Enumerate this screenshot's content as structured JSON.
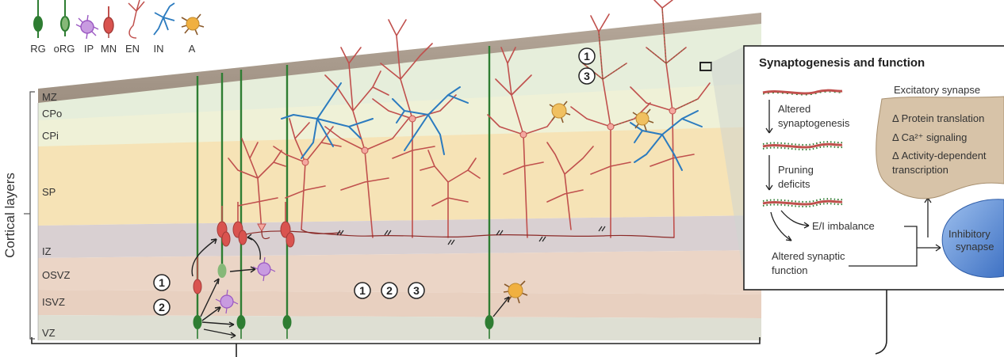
{
  "legend": [
    {
      "key": "rg",
      "label": "RG",
      "icon": "radial-glia-icon"
    },
    {
      "key": "org",
      "label": "oRG",
      "icon": "outer-radial-glia-icon"
    },
    {
      "key": "ip",
      "label": "IP",
      "icon": "intermediate-progenitor-icon"
    },
    {
      "key": "mn",
      "label": "MN",
      "icon": "migrating-neuron-icon"
    },
    {
      "key": "en",
      "label": "EN",
      "icon": "excitatory-neuron-icon"
    },
    {
      "key": "in",
      "label": "IN",
      "icon": "interneuron-icon"
    },
    {
      "key": "a",
      "label": "A",
      "icon": "astrocyte-icon"
    }
  ],
  "axis_title": "Cortical layers",
  "layers": [
    "MZ",
    "CPo",
    "CPi",
    "SP",
    "IZ",
    "OSVZ",
    "ISVZ",
    "VZ"
  ],
  "markers": {
    "top": [
      "1",
      "3"
    ],
    "left": [
      "1",
      "2"
    ],
    "middle": [
      "1",
      "2",
      "3"
    ]
  },
  "panel": {
    "title": "Synaptogenesis and function",
    "altered_synaptogenesis": [
      "Altered",
      "synaptogenesis"
    ],
    "pruning_deficits": [
      "Pruning",
      "deficits"
    ],
    "ei_imbalance": "E/I imbalance",
    "altered_function": [
      "Altered synaptic",
      "function"
    ],
    "excitatory_title": "Excitatory synapse",
    "excitatory_items": [
      "Δ Protein translation",
      "Δ Ca²⁺ signaling",
      "Δ Activity-dependent",
      "transcription"
    ],
    "inhibitory": [
      "Inhibitory",
      "synapse"
    ]
  },
  "colors": {
    "radial_glia": "#2e7d32",
    "excitatory": "#c0504d",
    "interneuron": "#2b7bbf",
    "progenitor": "#b36bd4",
    "astrocyte": "#f0b040",
    "layer_mz": "#a89a8c",
    "layer_cp": "#e3ecd8",
    "layer_sp": "#f6e3b6",
    "layer_iz": "#d8cfcf",
    "layer_svz": "#ead2c3",
    "layer_vz": "#dcdcd2",
    "excitatory_synapse": "#d7c3a8",
    "inhibitory_synapse": "#5b8fd6"
  }
}
